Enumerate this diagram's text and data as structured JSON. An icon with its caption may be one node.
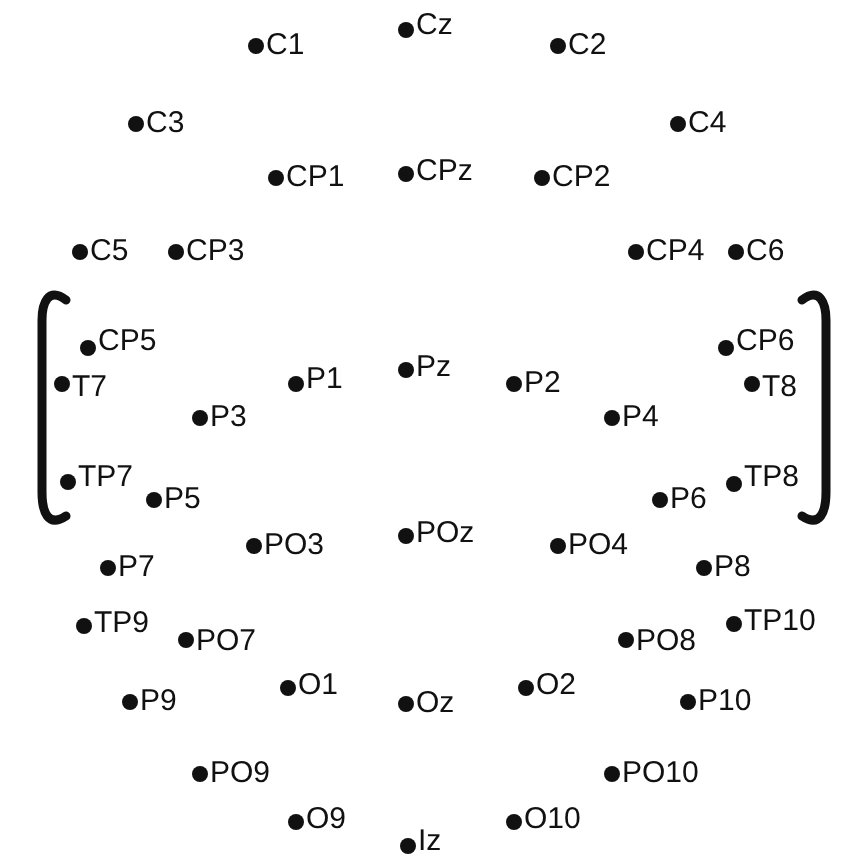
{
  "diagram": {
    "labels": [
      "C1",
      "Cz",
      "C2",
      "C3",
      "C4",
      "CP1",
      "CPz",
      "CP2",
      "C5",
      "CP3",
      "CP4",
      "C6",
      "CP5",
      "CP6",
      "T7",
      "P1",
      "Pz",
      "P2",
      "T8",
      "P3",
      "P4",
      "TP7",
      "TP8",
      "P5",
      "P6",
      "PO3",
      "POz",
      "PO4",
      "P7",
      "P8",
      "TP9",
      "TP10",
      "PO7",
      "PO8",
      "O1",
      "O2",
      "P9",
      "Oz",
      "P10",
      "PO9",
      "PO10",
      "O9",
      "O10",
      "Iz"
    ]
  }
}
